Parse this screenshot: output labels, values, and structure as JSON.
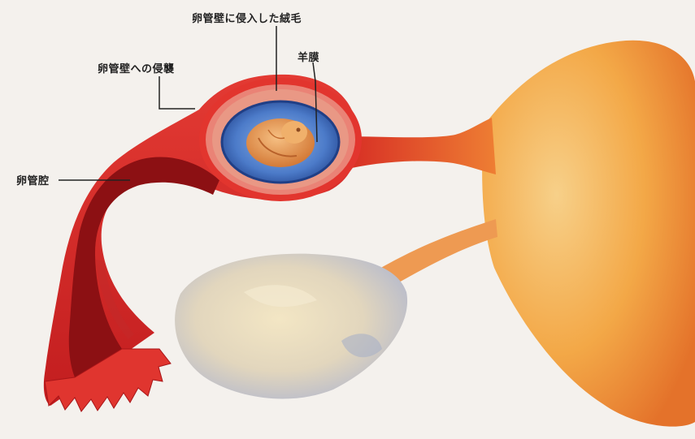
{
  "labels": {
    "villi_invading_tube_wall": "卵管壁に侵入した絨毛",
    "invasion_into_tube_wall": "卵管壁への侵襲",
    "amnion": "羊膜",
    "tubal_lumen": "卵管腔"
  },
  "colors": {
    "tube_red": "#d8292a",
    "tube_dark": "#8f0f12",
    "uterus_orange": "#f29a3a",
    "ovary": "#d8d3c8",
    "amniotic_sac": "#3f6fc0",
    "embryo": "#e89a55"
  }
}
